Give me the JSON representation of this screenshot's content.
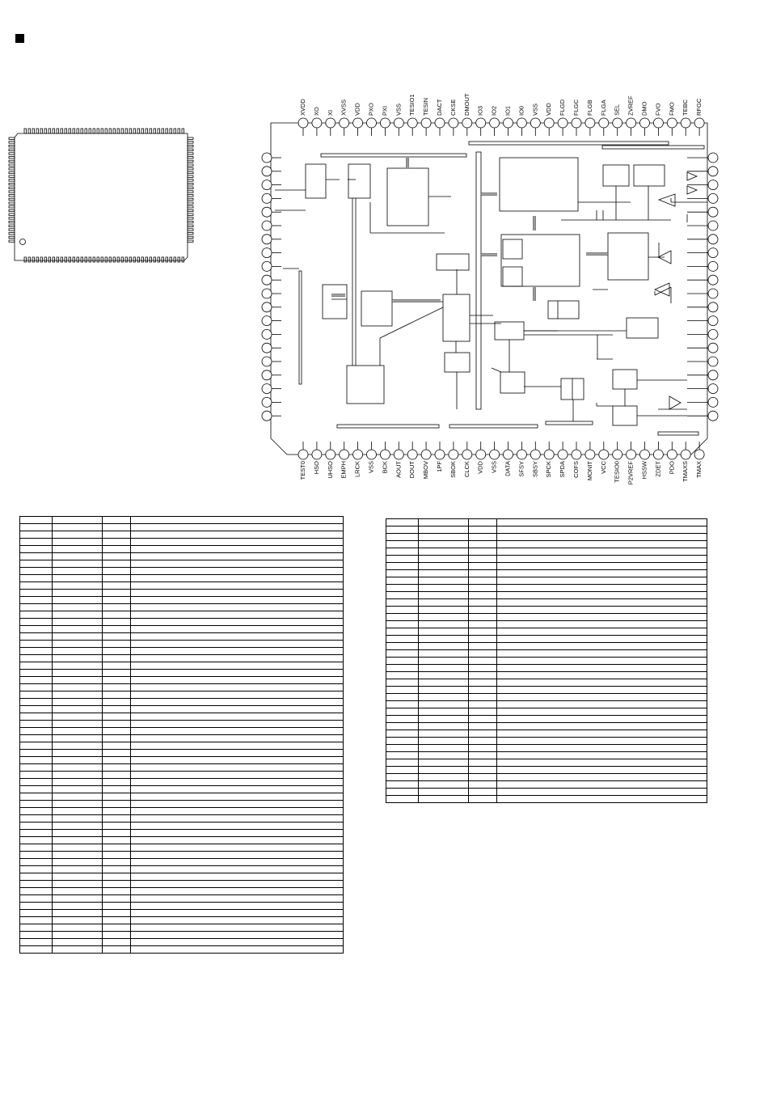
{
  "top_pins": [
    "XVDD",
    "XO",
    "XI",
    "XVSS",
    "VDD",
    "PXO",
    "PXI",
    "VSS",
    "TESIO1",
    "TESIN",
    "DACT",
    "CKSE",
    "DMOUT",
    "IO3",
    "IO2",
    "IO1",
    "IO0",
    "VSS",
    "VDD",
    "FLGD",
    "FLGC",
    "FLGB",
    "FLGA",
    "SEL",
    "ZVREF",
    "DMO",
    "FVO",
    "FMO",
    "TEBC",
    "RFGC"
  ],
  "bottom_pins": [
    "TEST0",
    "HSO",
    "UHSO",
    "EMPH",
    "LRCK",
    "VSS",
    "BCK",
    "AOUT",
    "DOUT",
    "MBOV",
    "1PF",
    "SBOK",
    "CLCK",
    "VDD",
    "VSS",
    "DATA",
    "SFSY",
    "SBSY",
    "SPCK",
    "SPDA",
    "COFS",
    "MONIT",
    "VCC",
    "TESIO0",
    "P2VREF",
    "HSSW",
    "ZDET",
    "PDO",
    "TMAXS",
    "TMAX"
  ],
  "table_left_rows": 60,
  "table_right_rows": 39
}
